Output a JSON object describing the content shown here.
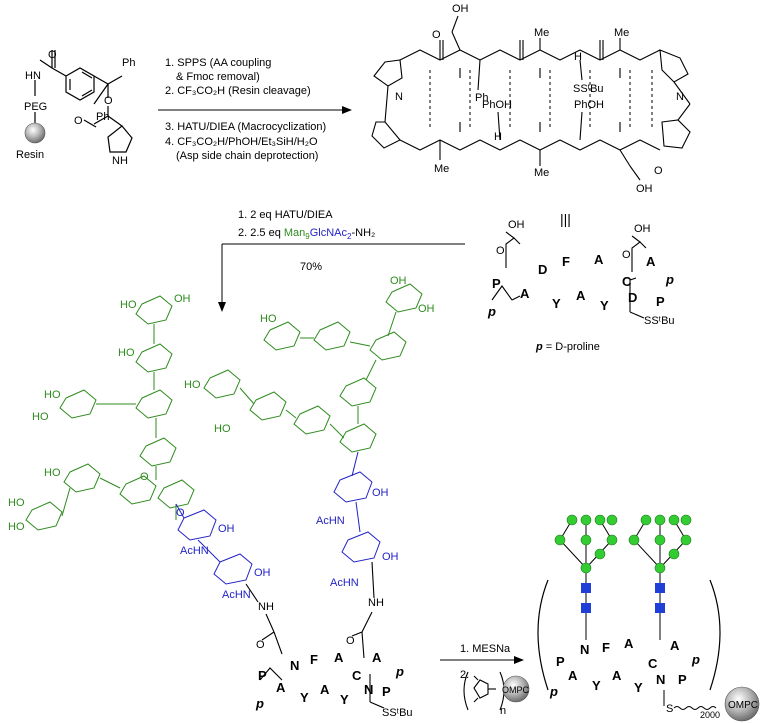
{
  "resin": {
    "label": "Resin",
    "atoms": [
      "O",
      "HN",
      "PEG",
      "Ph",
      "Ph",
      "O",
      "O",
      "NH"
    ]
  },
  "step1": {
    "lines": [
      "1. SPPS (AA coupling",
      "& Fmoc removal)",
      "2. CF₃CO₂H (Resin cleavage)",
      "3. HATU/DIEA (Macrocyclization)",
      "4. CF₃CO₂H/PhOH/Et₃SiH/H₂O",
      "(Asp side chain deprotection)"
    ]
  },
  "macrocycle": {
    "labels": [
      "OH",
      "O",
      "Ph",
      "SSᵗBu",
      "PhOH",
      "PhOH",
      "Me",
      "Me",
      "Me",
      "Me",
      "OH",
      "O",
      "N",
      "N",
      "H",
      "H"
    ]
  },
  "equals_symbol": "|||",
  "step2": {
    "line1": "1. 2 eq HATU/DIEA",
    "line2_prefix": "2. 2.5 eq ",
    "man": "Man",
    "man_sub": "9",
    "glc": "GlcNAc",
    "glc_sub": "2",
    "line2_suffix": "-NH₂",
    "yield": "70%"
  },
  "schematic": {
    "letters": [
      "D",
      "F",
      "A",
      "C",
      "A",
      "p",
      "P",
      "D",
      "Y",
      "A",
      "Y",
      "A",
      "p",
      "P"
    ],
    "oh1": "OH",
    "o1": "O",
    "oh2": "OH",
    "o2": "O",
    "sstbu": "SSᵗBu",
    "legend_p": "p",
    "legend_text": " = D-proline"
  },
  "glycan": {
    "hoho": "HO",
    "oh": "OH",
    "o": "O",
    "achn": "AcHN",
    "nh": "NH",
    "o_amide": "O",
    "nh2": "N"
  },
  "product_peptide": {
    "letters": [
      "N",
      "F",
      "A",
      "C",
      "A",
      "p",
      "P",
      "N",
      "Y",
      "A",
      "Y",
      "A",
      "p",
      "P"
    ],
    "sstbu": "SSᵗBu"
  },
  "step3": {
    "line1": "1. MESNa",
    "line2": "2.",
    "ompc": "OMPC",
    "n": "n"
  },
  "final": {
    "letters": [
      "N",
      "F",
      "A",
      "C",
      "A",
      "p",
      "P",
      "N",
      "Y",
      "A",
      "Y",
      "A",
      "p",
      "P"
    ],
    "s": "S",
    "ompc": "OMPC",
    "count": "2000"
  },
  "colors": {
    "green": "#2e8b1e",
    "blue": "#2323c8",
    "sugar_green": "#33cc33",
    "sugar_blue": "#1f3fd6",
    "bead": "#a0a0a0"
  }
}
